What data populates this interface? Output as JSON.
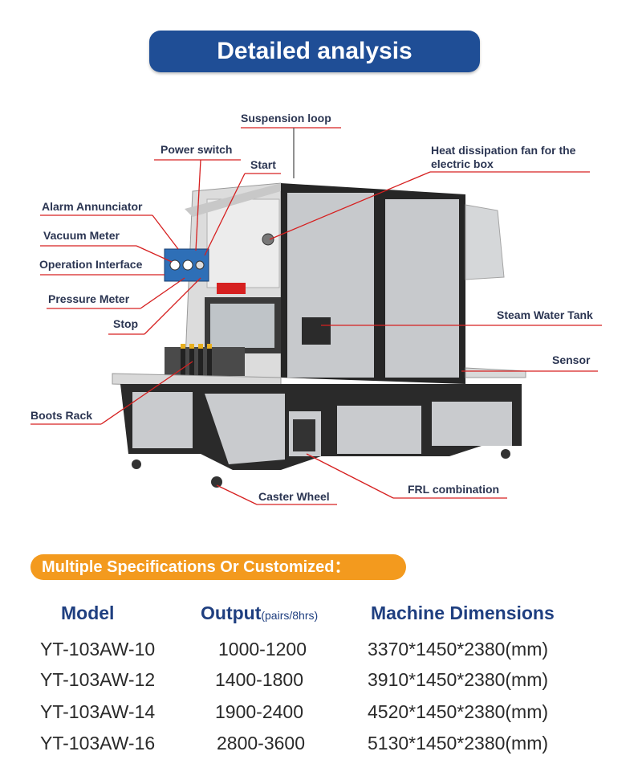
{
  "title": "Detailed analysis",
  "labels": {
    "suspension_loop": "Suspension loop",
    "power_switch": "Power switch",
    "start": "Start",
    "heat_fan": "Heat dissipation fan for the electric box",
    "alarm": "Alarm Annunciator",
    "vacuum_meter": "Vacuum Meter",
    "operation_interface": "Operation Interface",
    "pressure_meter": "Pressure Meter",
    "stop": "Stop",
    "steam_tank": "Steam Water Tank",
    "sensor": "Sensor",
    "boots_rack": "Boots Rack",
    "caster_wheel": "Caster Wheel",
    "frl": "FRL combination"
  },
  "spec_banner": "Multiple Specifications Or Customized：",
  "spec_table": {
    "headers": {
      "model": "Model",
      "output": "Output",
      "output_unit": "(pairs/8hrs)",
      "dimensions": "Machine Dimensions"
    },
    "rows": [
      {
        "model": "YT-103AW-10",
        "output": "1000-1200",
        "dimensions": "3370*1450*2380(mm)"
      },
      {
        "model": "YT-103AW-12",
        "output": "1400-1800",
        "dimensions": "3910*1450*2380(mm)"
      },
      {
        "model": "YT-103AW-14",
        "output": "1900-2400",
        "dimensions": "4520*1450*2380(mm)"
      },
      {
        "model": "YT-103AW-16",
        "output": "2800-3600",
        "dimensions": "5130*1450*2380(mm)"
      }
    ]
  },
  "colors": {
    "title_bg": "#1f4e96",
    "banner_bg": "#f39a1e",
    "leader_line": "#d62020",
    "header_text": "#1f3f80"
  }
}
